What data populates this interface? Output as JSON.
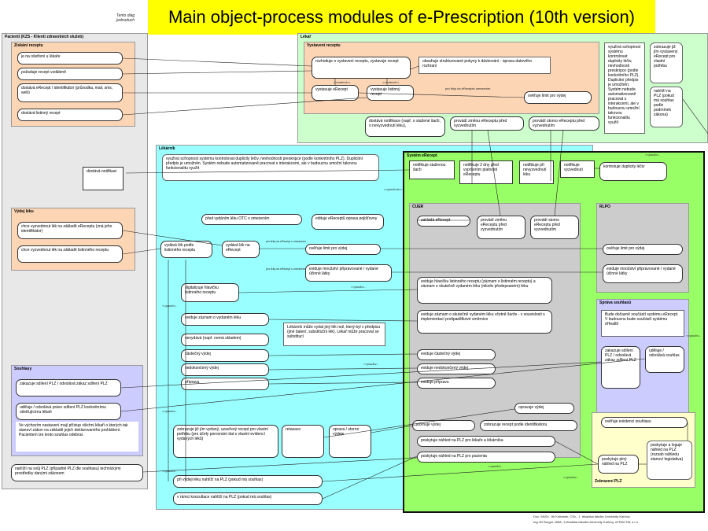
{
  "title": "Main object-process modules of e-Prescription (10th version)",
  "corner_note": [
    "Tento diag",
    "jednoduch"
  ],
  "footer": [
    "Doc. MUDr. Jiří Kofránek, CSc., 1. lékařská fakulta Univerzity Karlovy",
    "Ing.Jiří Borger,  MBA, 1.lékařská fakulta Univerzity Karlovy, eFRACTAL s.r.o."
  ],
  "lanes": {
    "pacienti": "Pacienti (KZS - Klienti zdravotních služeb)",
    "ziskani": "Získání receptu",
    "vydej": "Výdej léku",
    "souhlasy": "Souhlasy",
    "lekar": "Lékař",
    "vystaveni": "Vystavení receptu",
    "lekarnik": "Lékárník",
    "system": "Systém eRecept",
    "cuer": "CUER",
    "rlpo": "RLPO",
    "sprava": "Správa souhlasů",
    "zobrazeni": "Zobrazení PLZ"
  },
  "patient": {
    "ziskani": [
      "je na ošetření u lékaře",
      "požaduje recept vzdáleně",
      "dostává eRecept / identifikátor (průvodka, mail, sms, web)",
      "dostává listinný recept"
    ],
    "dostava_notifikaci": "dostává notifikaci",
    "vydej": [
      "chce vyzvednout lék na základě eReceptu (zná jeho identifikátor)",
      "chce vyzvednout lék na základě listinného receptu"
    ],
    "souhlasy": [
      "zakazuje sdílení PLZ / odvolává zákaz sdílení PLZ",
      "uděluje / odvolává právo sdílení PLZ konkrétnímu ošetřujícímu lékaři"
    ],
    "souhlasy_note": "Ve výchozím nastavení mají přístup všichni lékaři o kterých tak stanoví zákon na základě jejich deklarovaného prohlášení. Pacientem lze tento souhlas odebrat.",
    "nahlizi": "nahlíží na svůj PLZ (případně PLZ dle souhlasu) technickými prostředky danými zákonem"
  },
  "lekar": {
    "rozhoduje": "rozhoduje o vystavení receptu, vystavuje recept",
    "pokyny": "obsahuje strukturované pokyny k dávkování - úprava datového rozhraní",
    "vystavuje_erecept": "vystavuje eRecept",
    "vystavuje_listinny": "vystavuje listinný recept",
    "overuje_limit": "ověřuje limit pro výdej",
    "pro_leky": "pro léky na eRecepts omezením",
    "extends": [
      "<<extend>>",
      "<<extend>>"
    ],
    "dupl_note": "využívá schopnost systému kontrolovat duplicity léčiv, nevhodnosti preskripce (podle konkrétního PLZ). Duplicitní předpis je umožněn. Systém nebude automatizovaně pracovat s interakcemi, ale v budoucnu umožní takovou funkcionalitu využít",
    "zobrazuje": "zobrazuje již jím vystavený eRecept pro vlastní potřebu",
    "nahlizi": "nahlíží na PLZ (pokud má souhlas podle podmínek zákona)",
    "notifikace": "dostává notifikace (např. o stažené šarži, o nevyzvednutí léku),",
    "zmena": "provádí změnu eReceptu před vyzvednutím",
    "storno": "provádí storno eReceptu před vyzvednutím"
  },
  "lekarnik": {
    "dupl_note": "využívá schopnost systému kontrolovat duplicity léčiv, nevhodnosti preskripce (podle konkrétního PLZ). Duplicitní předpis je umožněn. Systém nebude automatizovaně pracovat s interakcemi, ale v budoucnu umožní takovou funkcionalitu využít",
    "pred_vydanim": "před vydáním léku OTC s omezením",
    "edituje": "edituje eReceptů oprava pojišťovny",
    "vydava_listinny": "vydává lék podle listinného receptu",
    "vydava_erecept": "vydává lék na eRecept",
    "pro_leky": "pro léky na eRecept s omezením",
    "overuje_limit": "ověřuje limit pro výdej",
    "pro_leky2": "pro léky na eRecept s omezením",
    "eviduje_mnozstvi": "eviduje množství připravované / vydané účinné látky",
    "digitalizuje": "digitalizuje hlavičku listinného receptu",
    "eviduje_zaznam": "eviduje záznam o vydaném léku",
    "lekarnik_note": "Lékárník může vydat jiný lék než, který byl v předpisu (jiné balení, substituční lék). Lékař může pracovat se substitucí",
    "nevydava": "nevydává (např. nemá skladem)",
    "castecny": "částečný výdej",
    "nedokonceny": "nedokončený výdej",
    "priprava": "příprava",
    "zobrazuje": "zobrazuje již jím vydaný, uzavřený recept pro vlastní potřebu (pro účely porovnání dat s vlastní evidencí vydaných léků)",
    "retaxace": "retaxace",
    "oprava_storno": "oprava / storno výdeje",
    "pri_vydeji": "při výdeji léku nahlíží na PLZ (pokud má souhlas)",
    "konzultace": "v rámci konzultace nahlíží na PLZ (pokud má souhlas)"
  },
  "system": {
    "notif": [
      "notifikuje staženou šarži",
      "notifikuje 2 dny před vypršením platnosti eReceptu",
      "notifikuje při nevyzvednutí léku",
      "notifikuje vyzvednutí"
    ],
    "kontroluje": "kontroluje duplicity léčiv",
    "cuer": {
      "zaklada": "zakládá eRecept",
      "zmena": "provádí změnu eReceptu před vyzvednutím",
      "storno": "provádí storno eReceptu před vyzvednutím",
      "eviduje_hlavicku": "eviduje hlavičku listinného receptu (záznam o listinném receptu) a záznam o skutečně vydaném léku (nikoliv předepsaném) léku",
      "eviduje_zaznam": "eviduje záznam o skutečně vydaném léku včetně šarže - v souvislosti s implementací protipadělkové směrnice",
      "castecny": "eviduje částečný výdej",
      "nedokonceny": "eviduje nedokončený výdej",
      "pripravu": "eviduje přípravu",
      "opravuje": "opravuje výdej",
      "stornuje": "stornuje výdej",
      "zobrazuje": "zobrazuje recept podle identifikátoru",
      "nahled_lekar": "poskytuje náhled na PLZ pro lékaře a lékárníka",
      "nahled_pacient": "poskytuje náhled na PLZ pro pacienta"
    },
    "rlpo": {
      "overuje": "ověřuje limit pro výdej",
      "eviduje": "eviduje množství připravované / vydané účinné látky"
    },
    "sprava": {
      "note": "Bude dočasně součástí systému eRecept. V budoucnu bude součástí systému eHealth",
      "zakazuje": "zakazuje sdílení PLZ / odvolává zákaz sdílení PLZ",
      "udeluje": "uděluje / odvolává souhlas",
      "overuje": "ověřuje existenci souhlasu"
    },
    "zobrazeni": {
      "plny": "poskytuje plný náhled na PLZ",
      "omezeny": "poskytuje a loguje náhled na PLZ (rozsah náhledu stanoví legislativa)"
    }
  },
  "pouziv": "<<použív...",
  "pouziv_full": "<<používá>>"
}
